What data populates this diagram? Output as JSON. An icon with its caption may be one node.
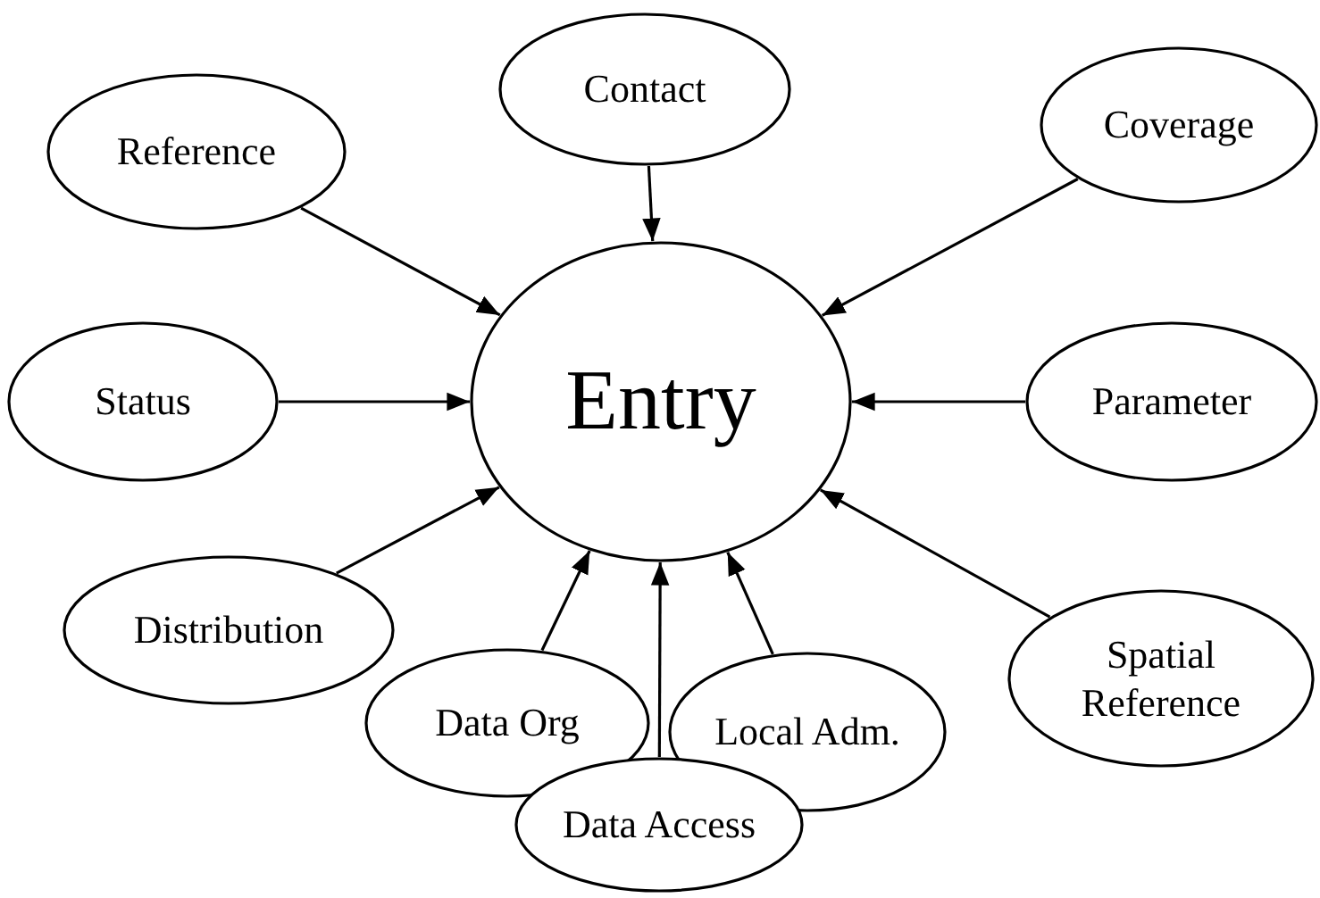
{
  "diagram": {
    "nodes": [
      {
        "text": [
          "Entry"
        ]
      },
      {
        "text": [
          "Reference"
        ]
      },
      {
        "text": [
          "Contact"
        ]
      },
      {
        "text": [
          "Coverage"
        ]
      },
      {
        "text": [
          "Status"
        ]
      },
      {
        "text": [
          "Parameter"
        ]
      },
      {
        "text": [
          "Distribution"
        ]
      },
      {
        "text": [
          "Spatial Reference"
        ]
      },
      {
        "text": [
          "Data Org"
        ]
      },
      {
        "text": [
          "Local Adm."
        ]
      },
      {
        "text": [
          "Data Access"
        ]
      }
    ],
    "edges": [
      {
        "from": 1,
        "to": 0,
        "arrow": "to"
      },
      {
        "from": 2,
        "to": 0,
        "arrow": "to"
      },
      {
        "from": 3,
        "to": 0,
        "arrow": "to"
      },
      {
        "from": 4,
        "to": 0,
        "arrow": "to"
      },
      {
        "from": 5,
        "to": 0,
        "arrow": "to"
      },
      {
        "from": 6,
        "to": 0,
        "arrow": "to"
      },
      {
        "from": 7,
        "to": 0,
        "arrow": "to"
      },
      {
        "from": 8,
        "to": 0,
        "arrow": "to"
      },
      {
        "from": 9,
        "to": 0,
        "arrow": "to"
      },
      {
        "from": 10,
        "to": 0,
        "arrow": "to"
      }
    ]
  }
}
